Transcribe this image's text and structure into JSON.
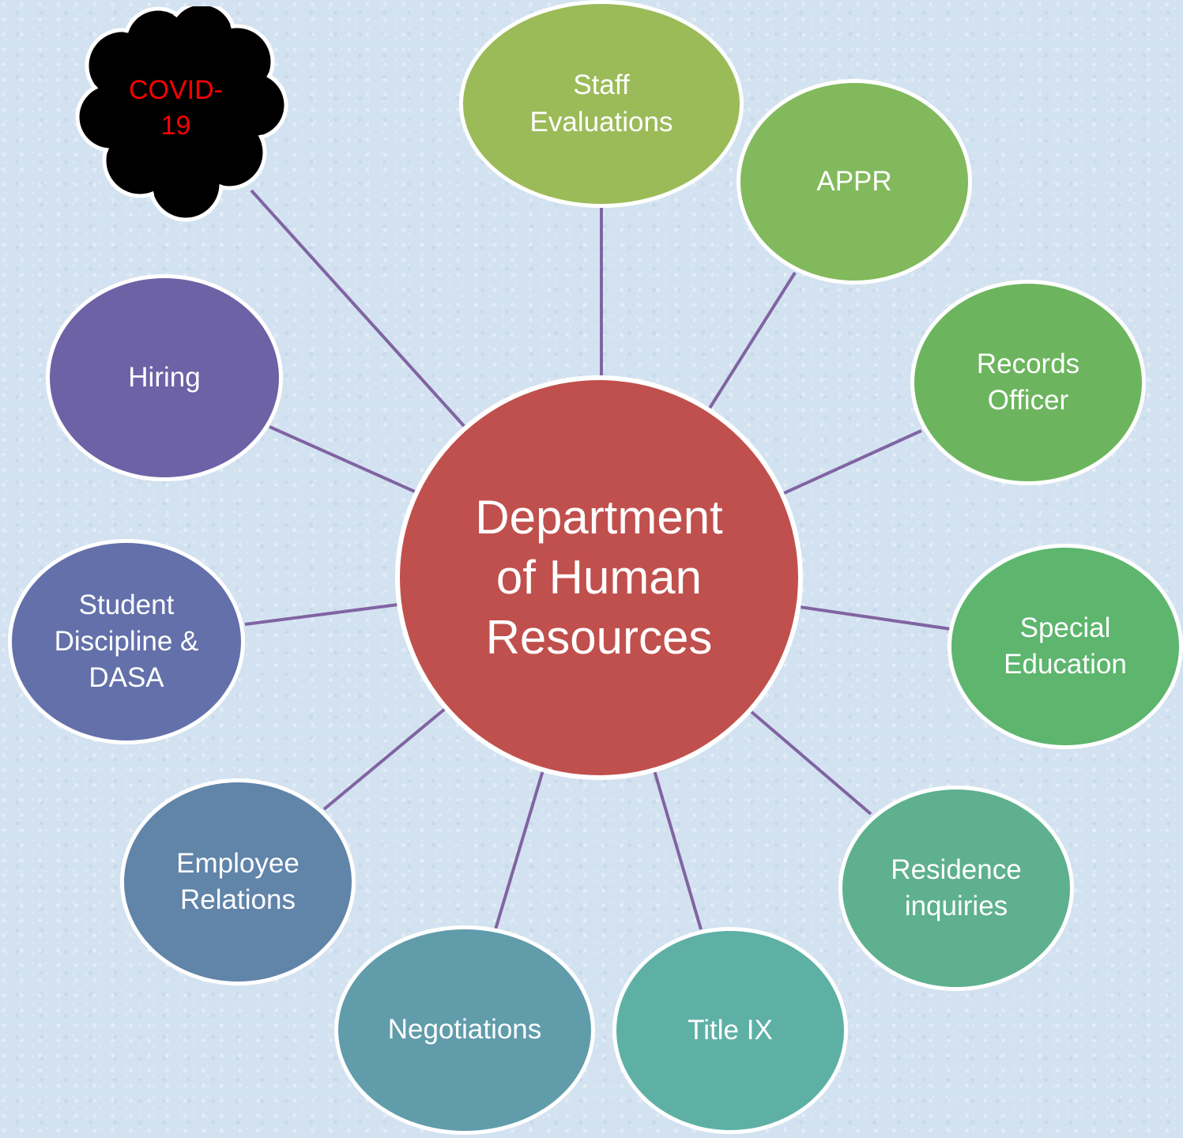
{
  "diagram": {
    "hub": {
      "label": "Department\nof Human\nResources",
      "color": "#c0504d"
    },
    "covid": {
      "label": "COVID-\n19",
      "text_color": "#ff0000",
      "fill": "#000000"
    },
    "connector_color": "#8064a2",
    "nodes": [
      {
        "key": "staff",
        "label": "Staff\nEvaluations",
        "color": "#9bbb59"
      },
      {
        "key": "appr",
        "label": "APPR",
        "color": "#82b95c"
      },
      {
        "key": "records",
        "label": "Records\nOfficer",
        "color": "#6cb55e"
      },
      {
        "key": "special",
        "label": "Special\nEducation",
        "color": "#5db56e"
      },
      {
        "key": "residence",
        "label": "Residence\ninquiries",
        "color": "#5eb08f"
      },
      {
        "key": "titleix",
        "label": "Title IX",
        "color": "#5eb0a5"
      },
      {
        "key": "negotiations",
        "label": "Negotiations",
        "color": "#619cab"
      },
      {
        "key": "employee",
        "label": "Employee\nRelations",
        "color": "#6184a9"
      },
      {
        "key": "student",
        "label": "Student\nDiscipline &\nDASA",
        "color": "#6370aa"
      },
      {
        "key": "hiring",
        "label": "Hiring",
        "color": "#6d62a5"
      }
    ]
  }
}
